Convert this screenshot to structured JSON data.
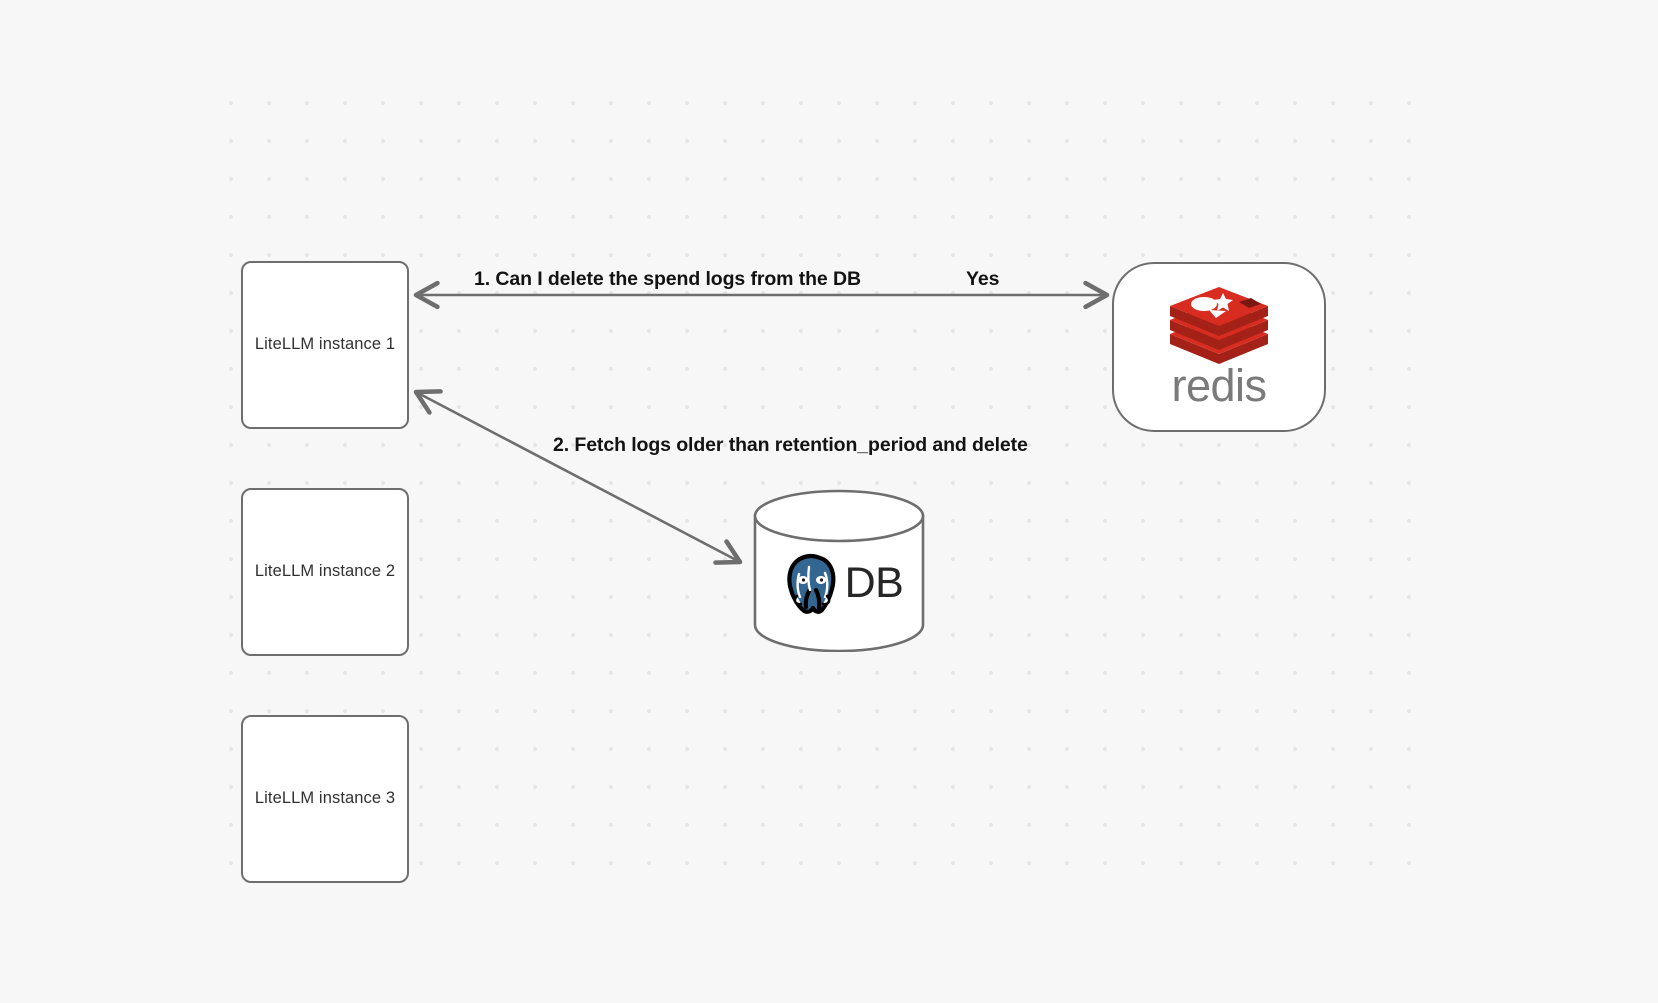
{
  "diagram": {
    "background_color": "#f7f7f7",
    "grid": {
      "dot_color": "#e6e6e6",
      "spacing": 38
    },
    "stroke_color": "#6e6e6e",
    "nodes": [
      {
        "id": "instance-1",
        "label": "LiteLLM instance 1",
        "type": "box"
      },
      {
        "id": "instance-2",
        "label": "LiteLLM instance 2",
        "type": "box"
      },
      {
        "id": "instance-3",
        "label": "LiteLLM instance 3",
        "type": "box"
      },
      {
        "id": "redis",
        "label": "redis",
        "type": "rounded-node",
        "icon": "redis-logo-icon",
        "accent_color": "#d82c20"
      },
      {
        "id": "db",
        "label": "DB",
        "type": "cylinder",
        "icon": "postgresql-elephant-icon",
        "accent_color": "#336791"
      }
    ],
    "edges": [
      {
        "id": "edge-1",
        "from": "instance-1",
        "to": "redis",
        "direction": "bidirectional",
        "label": "1.  Can I delete the spend logs from the DB",
        "answer_label": "Yes"
      },
      {
        "id": "edge-2",
        "from": "instance-1",
        "to": "db",
        "direction": "bidirectional",
        "label": "2.  Fetch logs older than retention_period and delete"
      }
    ]
  }
}
